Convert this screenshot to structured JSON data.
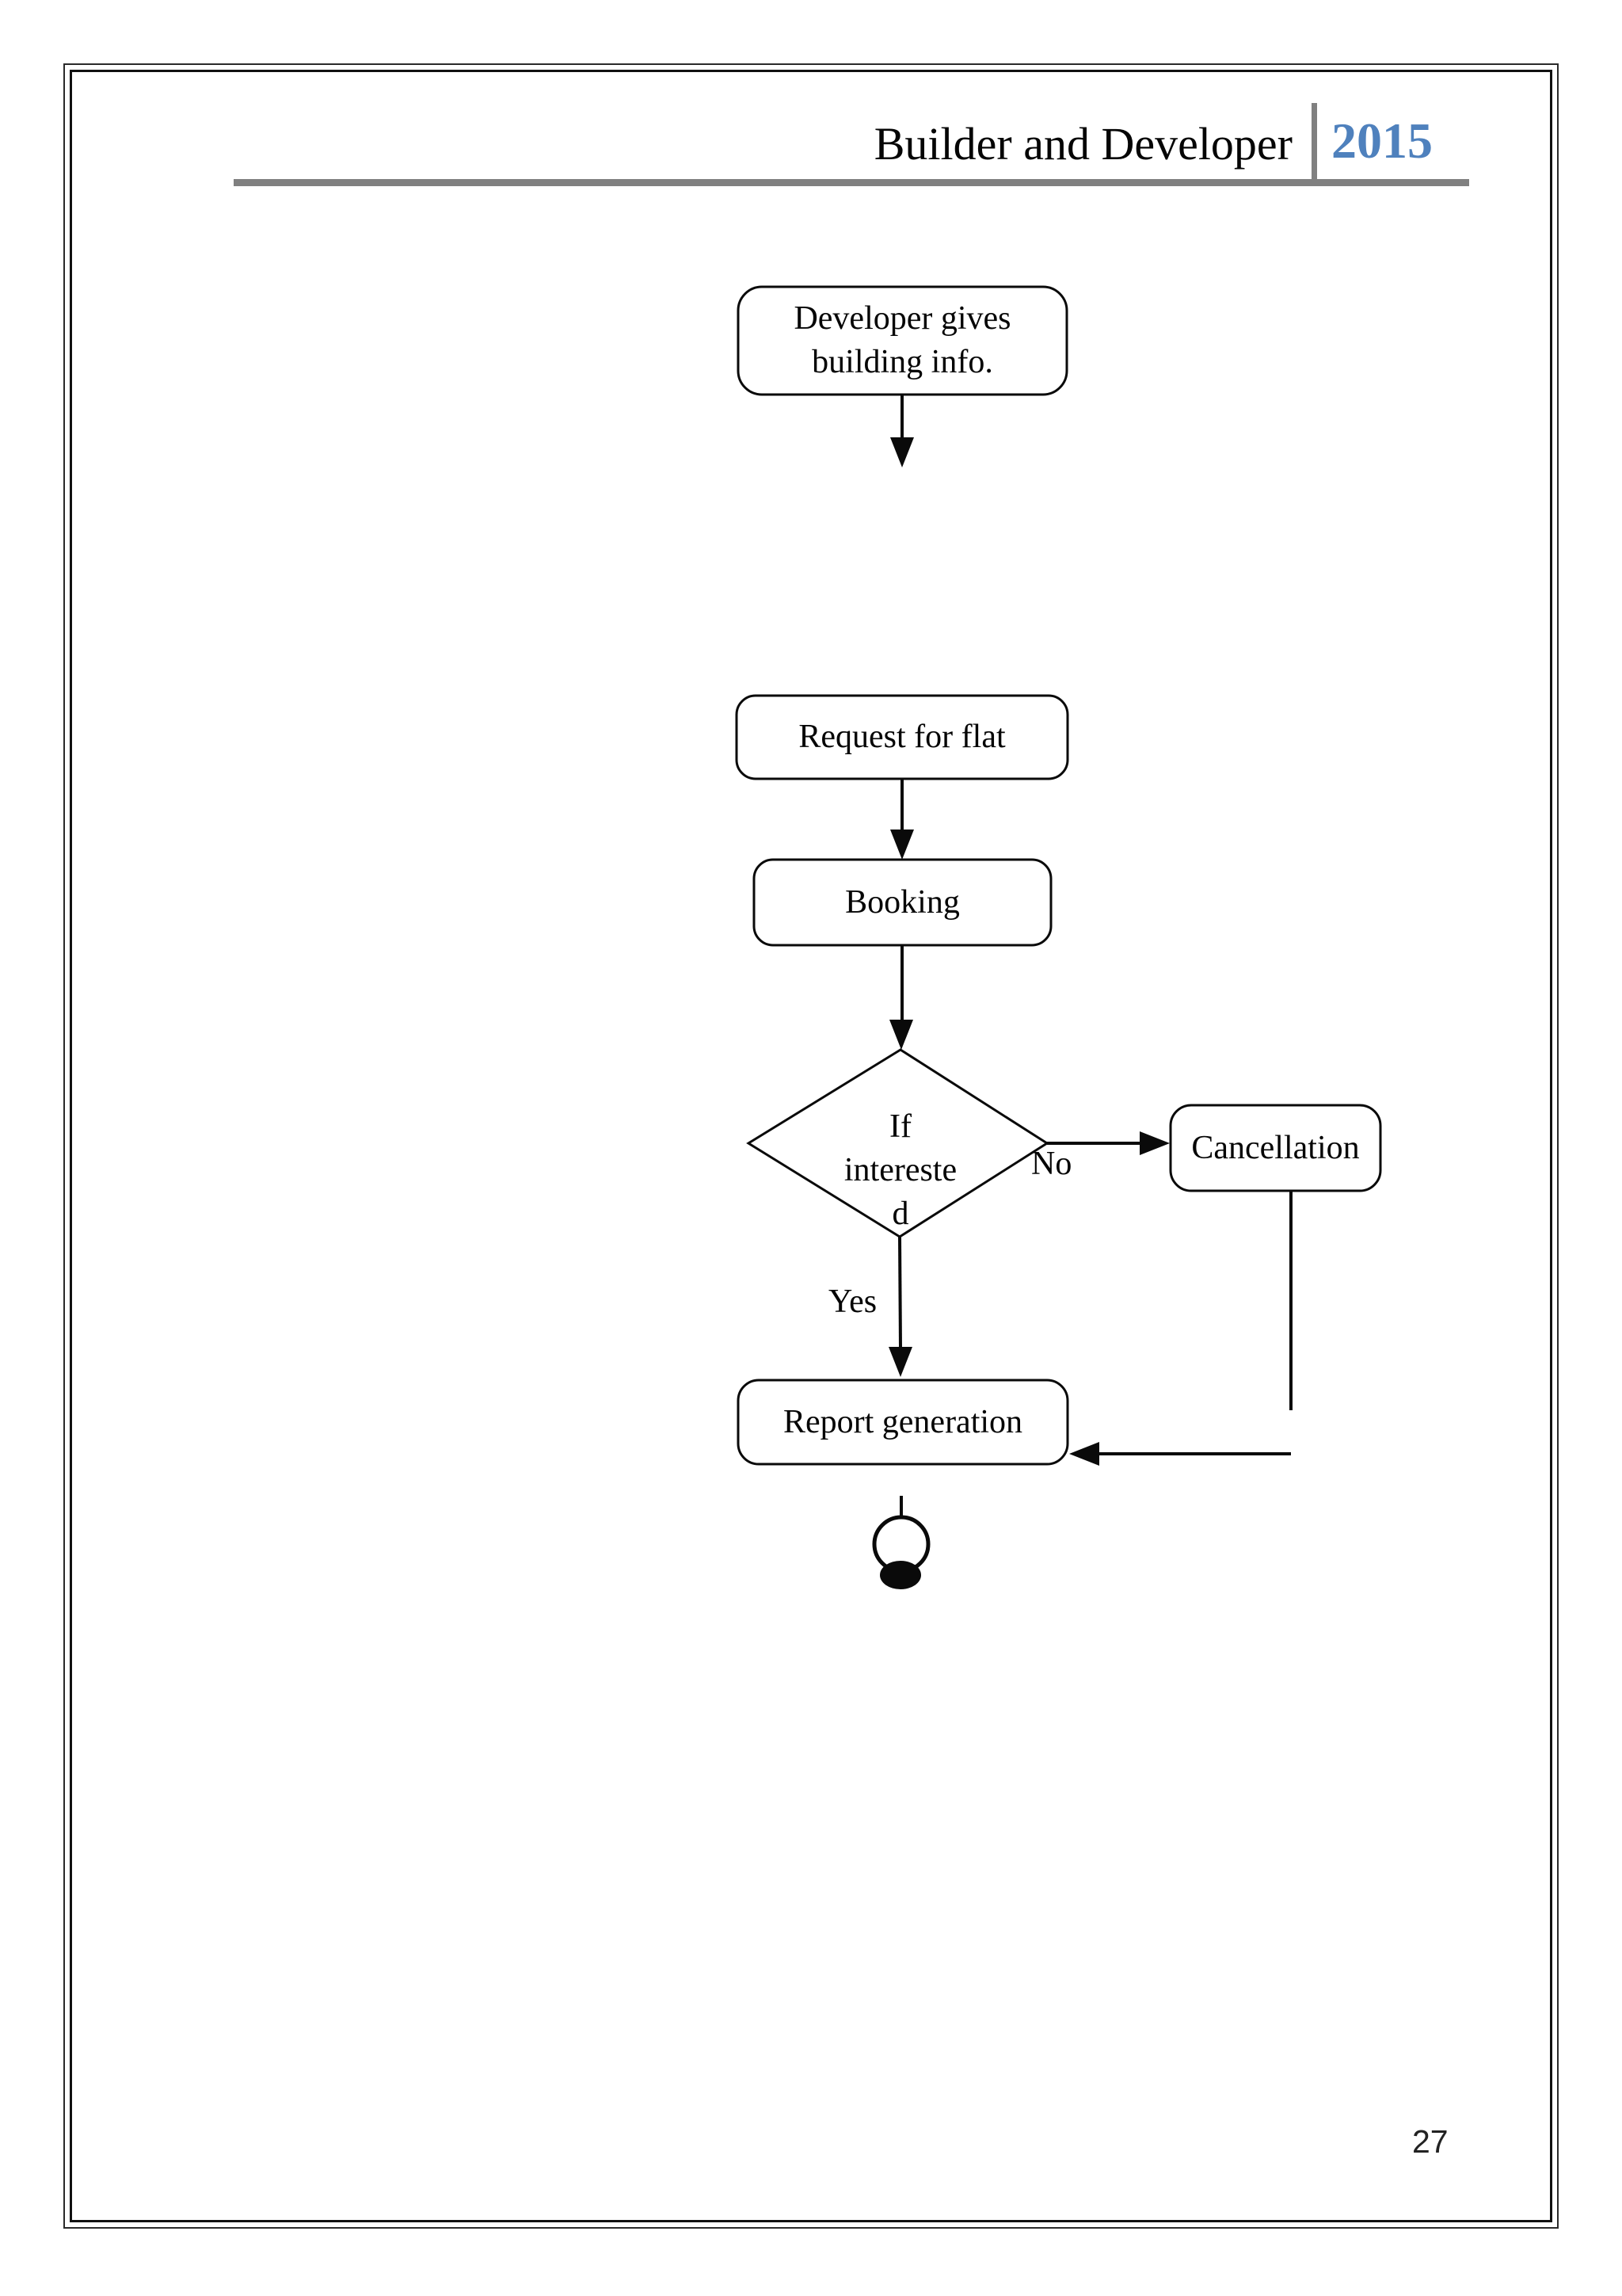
{
  "colors": {
    "accent": "#4f81bd",
    "rule": "#808080",
    "ink": "#0a0a0a"
  },
  "header": {
    "title": "Builder and Developer",
    "year": "2015"
  },
  "flowchart": {
    "nodes": {
      "developer_info": "Developer gives building info.",
      "request_flat": "Request for flat",
      "booking": "Booking",
      "decision": "If\nintereste\nd",
      "cancellation": "Cancellation",
      "report": "Report generation"
    },
    "labels": {
      "yes": "Yes",
      "no": "No"
    }
  },
  "footer": {
    "page_number": "27"
  }
}
